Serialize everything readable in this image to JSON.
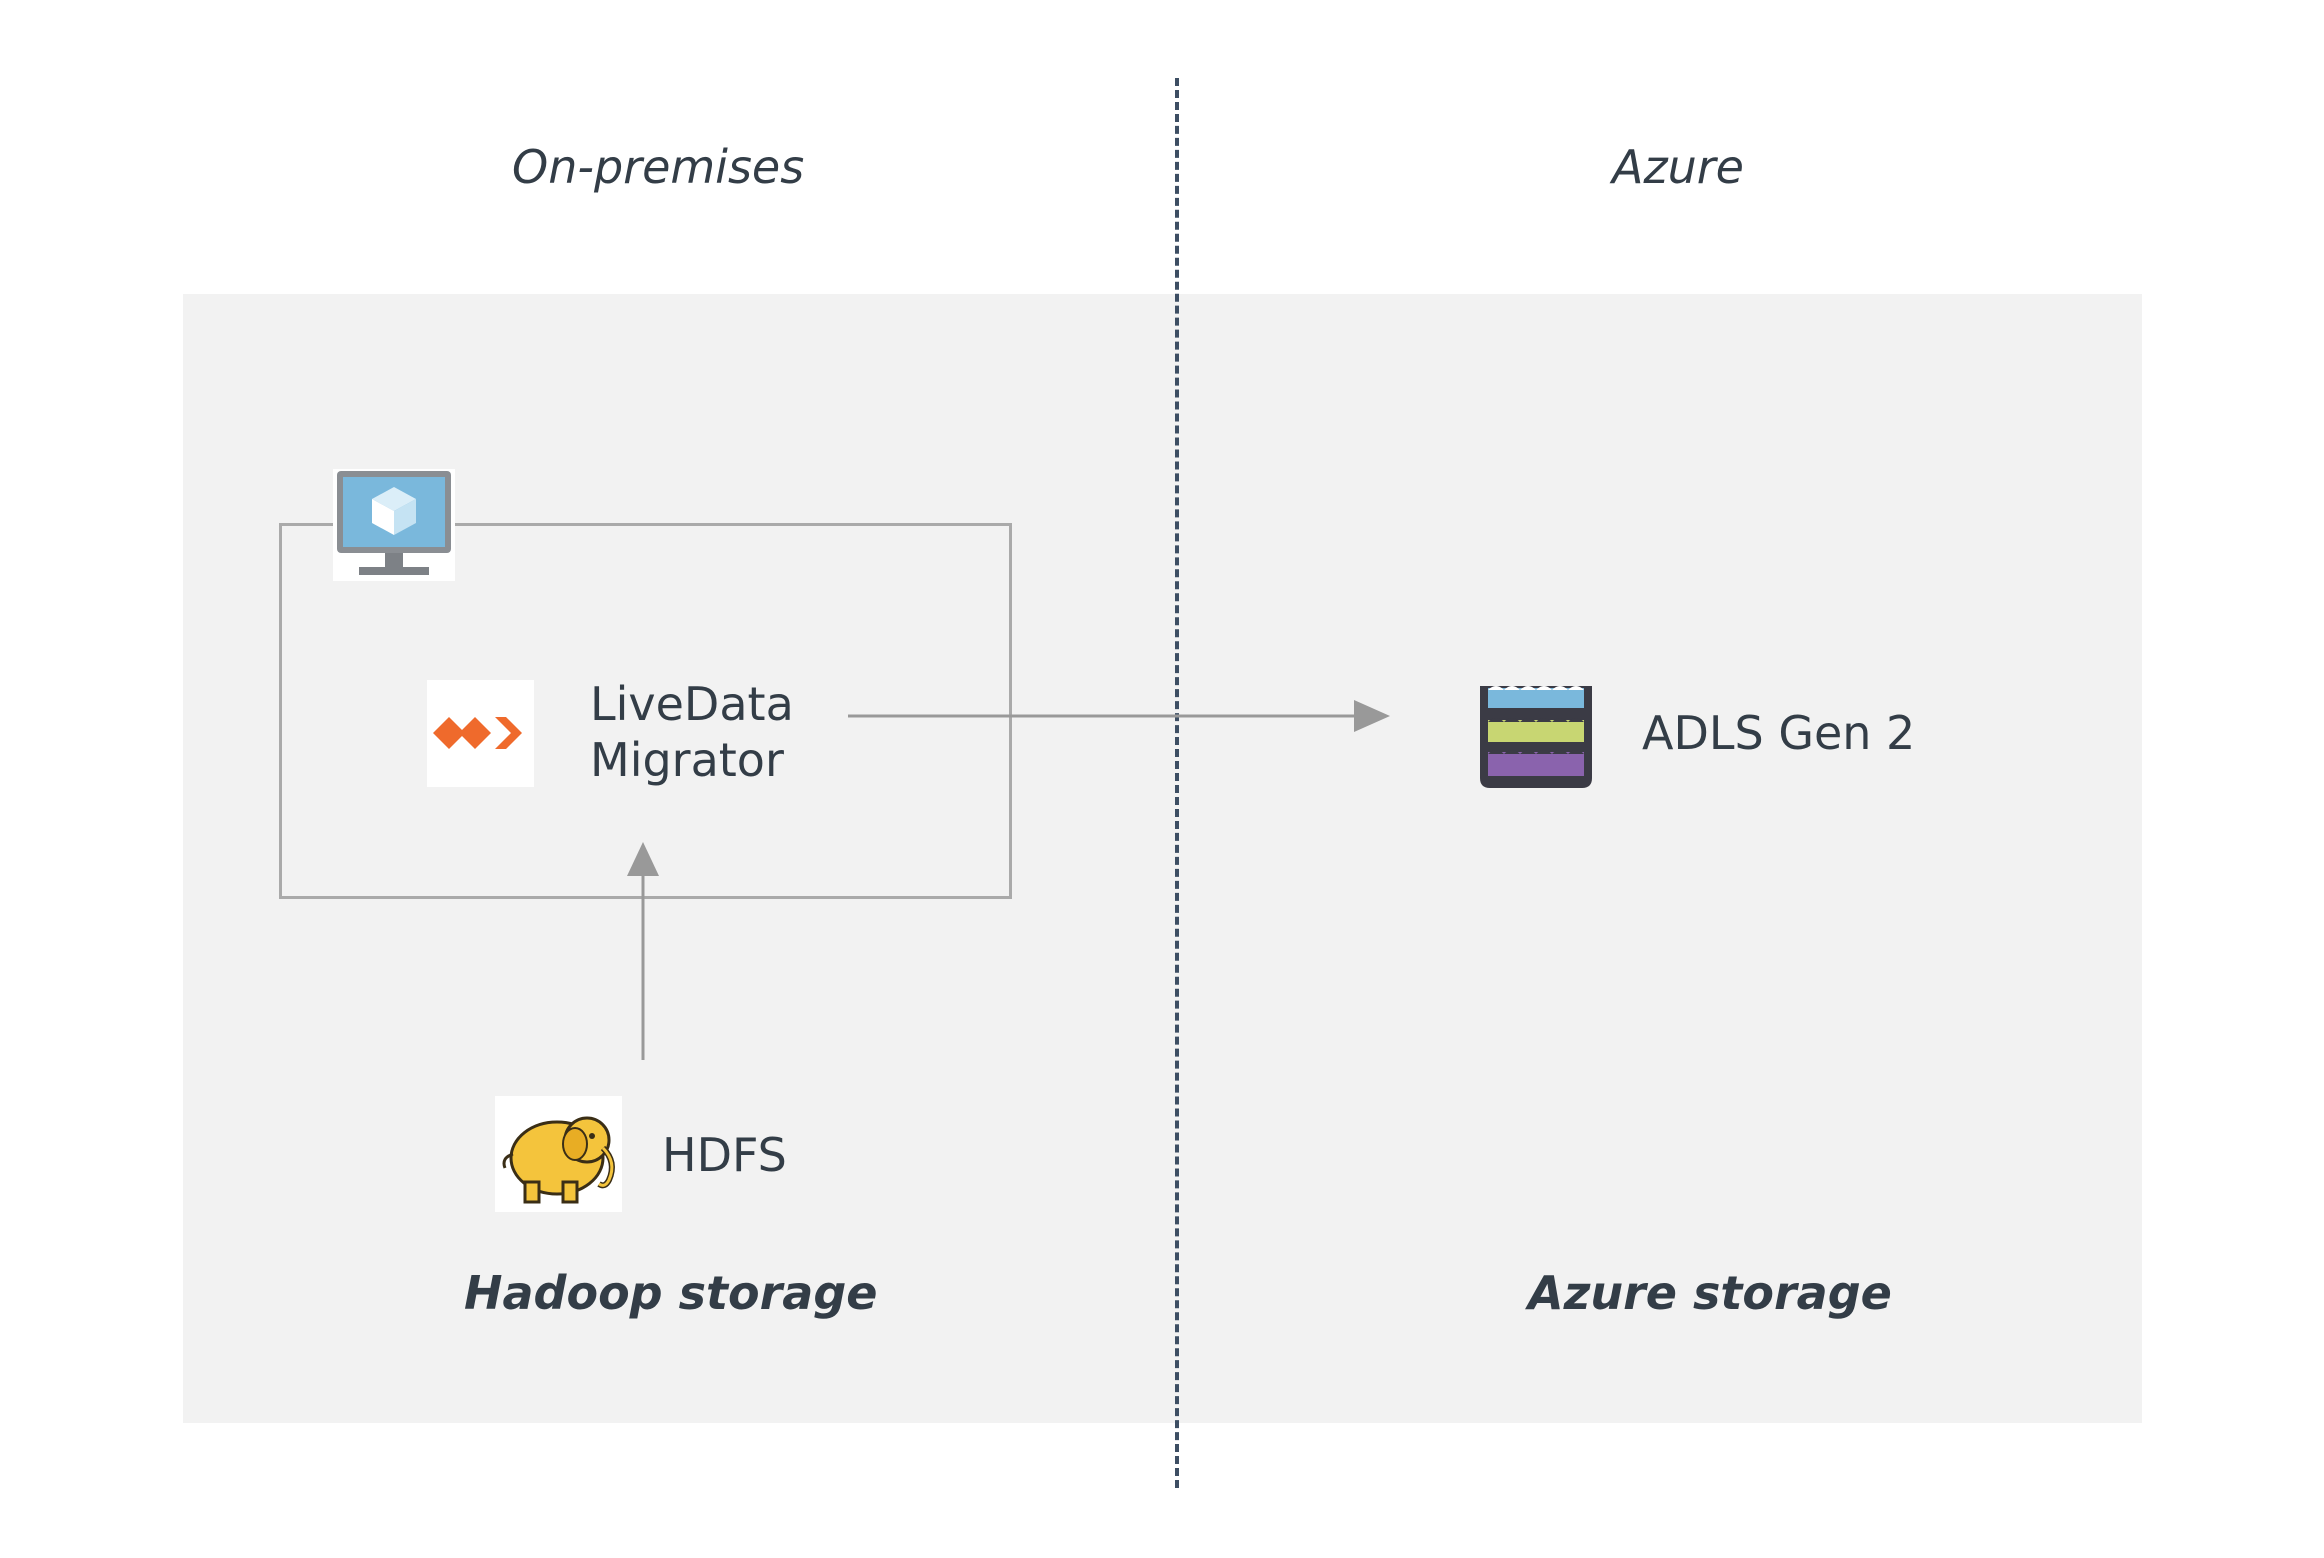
{
  "zones": {
    "left_title": "On-premises",
    "right_title": "Azure"
  },
  "nodes": {
    "migrator_line1": "LiveData",
    "migrator_line2": "Migrator",
    "hdfs": "HDFS",
    "adls": "ADLS Gen 2"
  },
  "storage": {
    "left": "Hadoop storage",
    "right": "Azure storage"
  },
  "icons": {
    "vm": "virtual-machine-icon",
    "migrator": "livedata-migrator-logo-icon",
    "hdfs": "hadoop-elephant-icon",
    "adls": "data-lake-storage-icon"
  },
  "colors": {
    "panel": "#f2f2f2",
    "divider": "#3d4e63",
    "arrow": "#999999",
    "migrator_orange": "#ef6a2c",
    "vm_blue": "#7ab8dc"
  }
}
